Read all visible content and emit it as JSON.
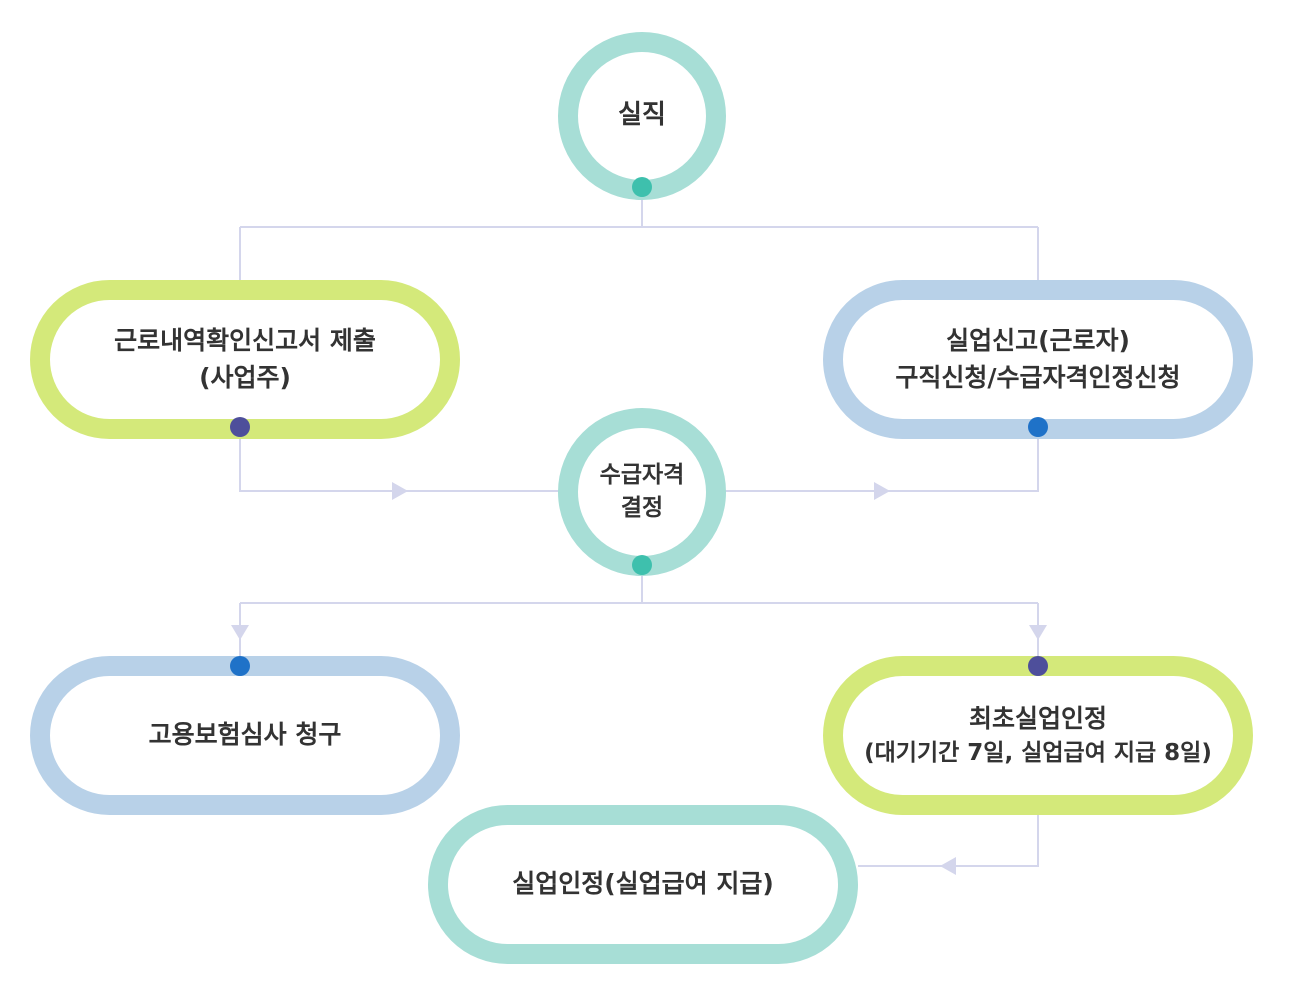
{
  "colors": {
    "teal": "#a7ded6",
    "teal_dot": "#3ec0ad",
    "green": "#d4e97a",
    "blue": "#b8d1e8",
    "navy_dot": "#4e4f9b",
    "blue_dot": "#1f72c8",
    "connector": "#d4d6ec"
  },
  "nodes": {
    "start": {
      "label": "실직"
    },
    "report": {
      "line1": "근로내역확인신고서 제출",
      "line2": "(사업주)"
    },
    "apply": {
      "line1": "실업신고(근로자)",
      "line2": "구직신청/수급자격인정신청"
    },
    "decision": {
      "line1": "수급자격",
      "line2": "결정"
    },
    "review": {
      "label": "고용보험심사 청구"
    },
    "first": {
      "line1": "최초실업인정",
      "line2": "(대기기간 7일, 실업급여 지급 8일)"
    },
    "final": {
      "label": "실업인정(실업급여 지급)"
    }
  }
}
